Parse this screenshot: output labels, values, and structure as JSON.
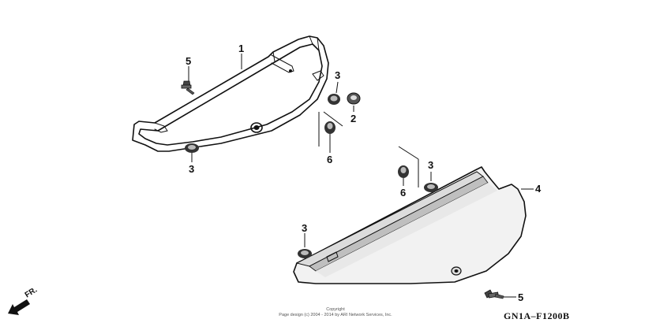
{
  "callouts": {
    "c1": "1",
    "c2": "2",
    "c3a": "3",
    "c3b": "3",
    "c3c": "3",
    "c3d": "3",
    "c4": "4",
    "c5a": "5",
    "c5b": "5",
    "c6a": "6",
    "c6b": "6"
  },
  "copyright": {
    "line1": "Copyright",
    "line2": "Page design (c) 2004 - 2014 by ARI Network Services, Inc."
  },
  "diagram_code": "GN1A–F1200B",
  "front_indicator": "FR."
}
